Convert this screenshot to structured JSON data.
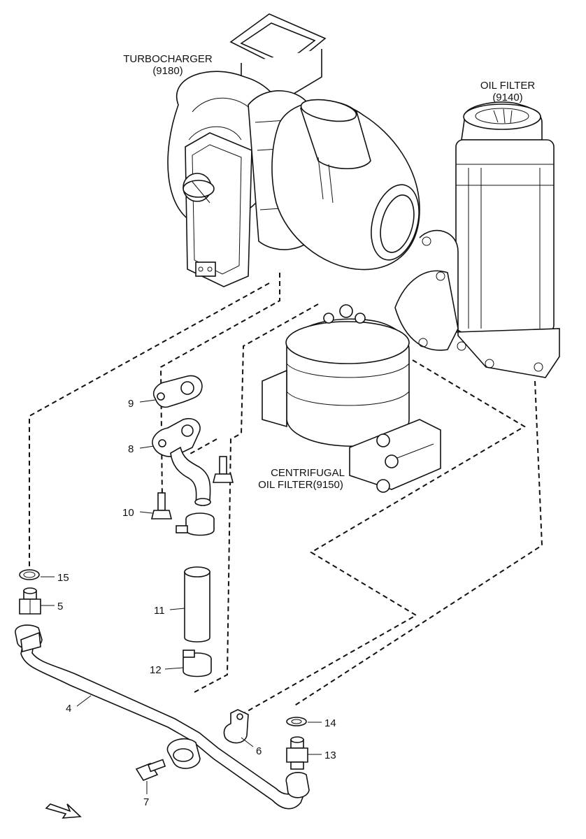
{
  "components": {
    "turbocharger": {
      "name": "TURBOCHARGER",
      "code": "(9180)"
    },
    "oil_filter": {
      "name": "OIL FILTER",
      "code": "(9140)"
    },
    "centrifugal_oil_filter": {
      "line1": "CENTRIFUGAL",
      "line2": "OIL FILTER(9150)"
    }
  },
  "callouts": [
    "9",
    "8",
    "10",
    "11",
    "12",
    "15",
    "5",
    "4",
    "6",
    "7",
    "14",
    "13"
  ]
}
